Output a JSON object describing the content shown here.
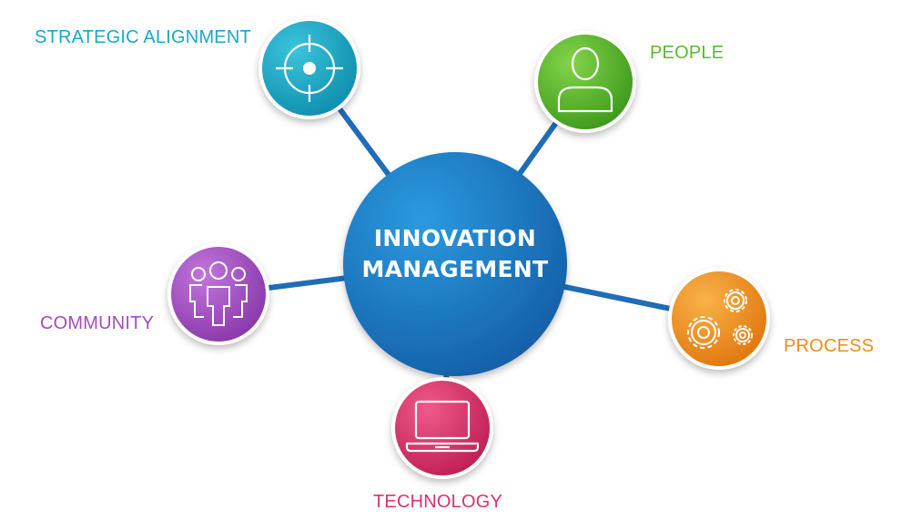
{
  "center": {
    "line1": "INNOVATION",
    "line2": "MANAGEMENT",
    "color": "#1f78c0"
  },
  "nodes": [
    {
      "id": "strategic-alignment",
      "label": "STRATEGIC ALIGNMENT",
      "color": "#1aa8c8",
      "icon": "target-icon"
    },
    {
      "id": "people",
      "label": "PEOPLE",
      "color": "#5cb82e",
      "icon": "person-icon"
    },
    {
      "id": "process",
      "label": "PROCESS",
      "color": "#f08d1e",
      "icon": "gears-icon"
    },
    {
      "id": "technology",
      "label": "TECHNOLOGY",
      "color": "#d8336a",
      "icon": "laptop-icon"
    },
    {
      "id": "community",
      "label": "COMMUNITY",
      "color": "#a34cc0",
      "icon": "group-icon"
    }
  ]
}
